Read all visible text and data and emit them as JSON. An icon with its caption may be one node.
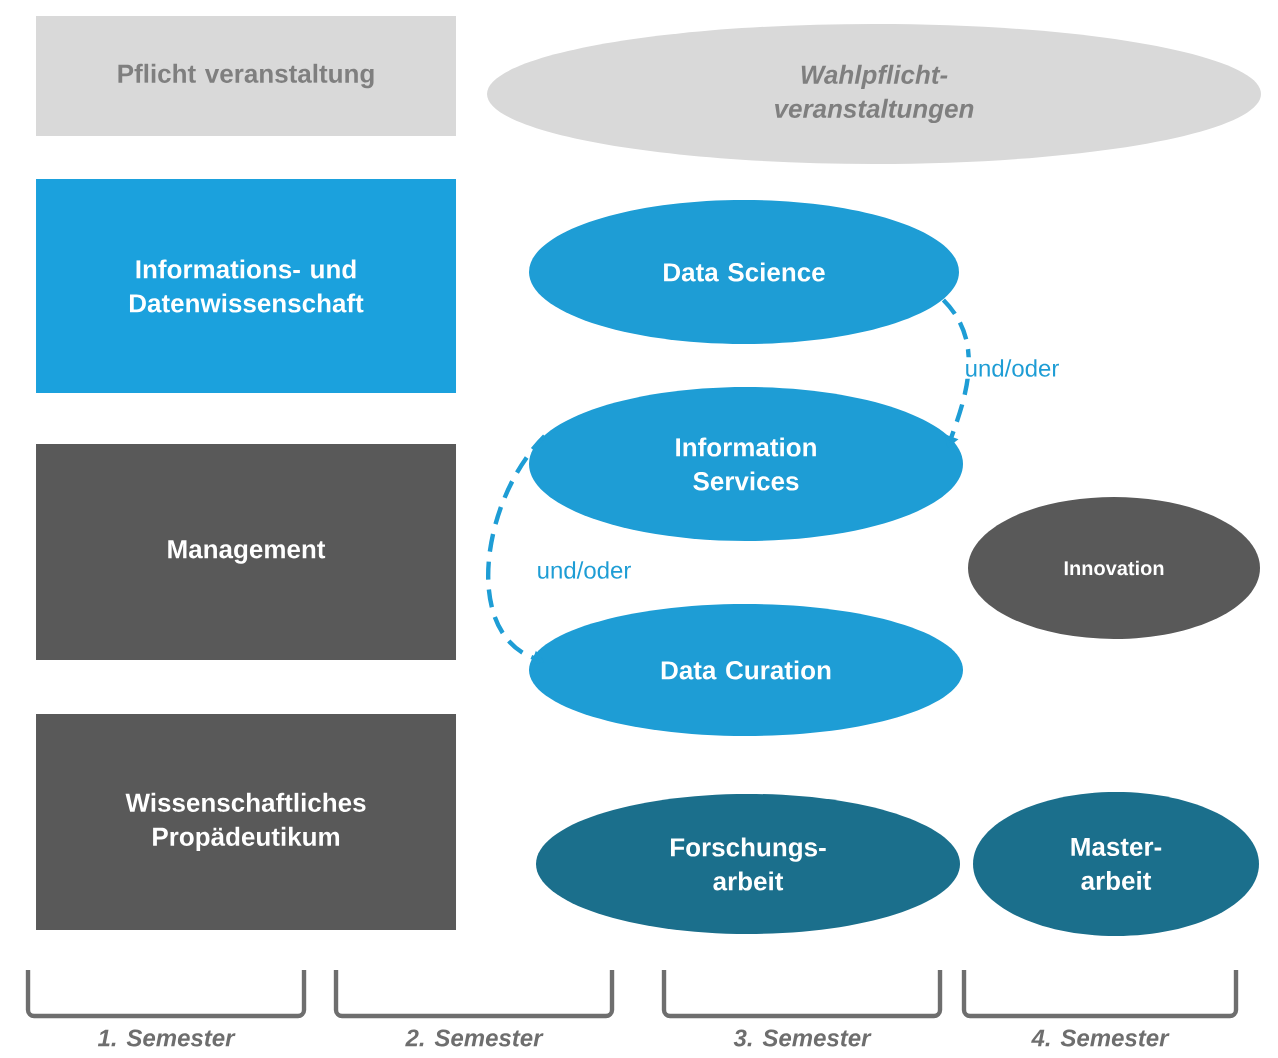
{
  "diagram": {
    "nodes": [
      {
        "text": [
          "Pflicht veranstaltung"
        ]
      },
      {
        "text": [
          "Wahlpflicht-veranstaltungen"
        ]
      },
      {
        "text": [
          "Informations- und Datenwissenschaft"
        ]
      },
      {
        "text": [
          "Data Science"
        ]
      },
      {
        "text": [
          "Information Services"
        ]
      },
      {
        "text": [
          "Management"
        ]
      },
      {
        "text": [
          "Innovation"
        ]
      },
      {
        "text": [
          "Data Curation"
        ]
      },
      {
        "text": [
          "Wissenschaftliches Propädeutikum"
        ]
      },
      {
        "text": [
          "Forschungs-arbeit"
        ]
      },
      {
        "text": [
          "Master-arbeit"
        ]
      }
    ],
    "edges": [
      {
        "from": 3,
        "to": 4,
        "arrow": "to",
        "label": "und/oder",
        "style": "dashed"
      },
      {
        "from": 4,
        "to": 7,
        "arrow": "to",
        "label": "und/oder",
        "style": "dashed"
      }
    ],
    "labels": [
      "1. Semester",
      "2. Semester",
      "3. Semester",
      "4. Semester"
    ]
  }
}
